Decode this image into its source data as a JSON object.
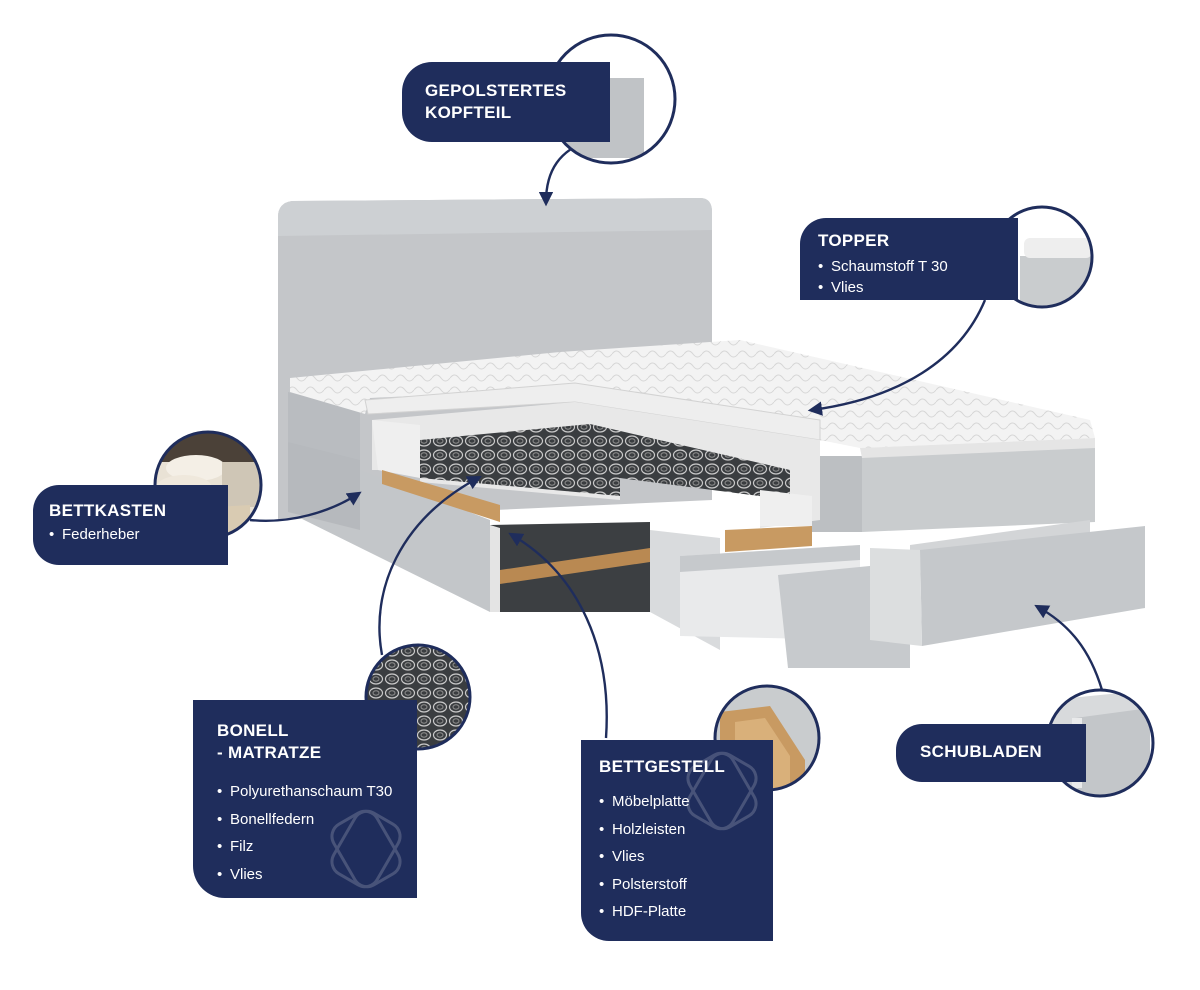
{
  "colors": {
    "navy": "#1f2d5c",
    "frame_grey": "#c6c9cc",
    "topper_white": "#f2f2f2",
    "wood": "#c89a62"
  },
  "labels": {
    "kopfteil": {
      "title": "GEPOLSTERTES\nKOPFTEIL",
      "items": []
    },
    "topper": {
      "title": "TOPPER",
      "items": [
        "Schaumstoff  T 30",
        "Vlies"
      ]
    },
    "bettkasten": {
      "title": "BETTKASTEN",
      "items": [
        "Federheber"
      ]
    },
    "bonell": {
      "title": "BONELL\n- MATRATZE",
      "items": [
        "Polyurethanschaum T30",
        "Bonellfedern",
        "Filz",
        "Vlies"
      ]
    },
    "bettgestell": {
      "title": "BETTGESTELL",
      "items": [
        "Möbelplatte",
        "Holzleisten",
        "Vlies",
        "Polsterstoff",
        "HDF-Platte"
      ]
    },
    "schubladen": {
      "title": "SCHUBLADEN",
      "items": []
    }
  }
}
